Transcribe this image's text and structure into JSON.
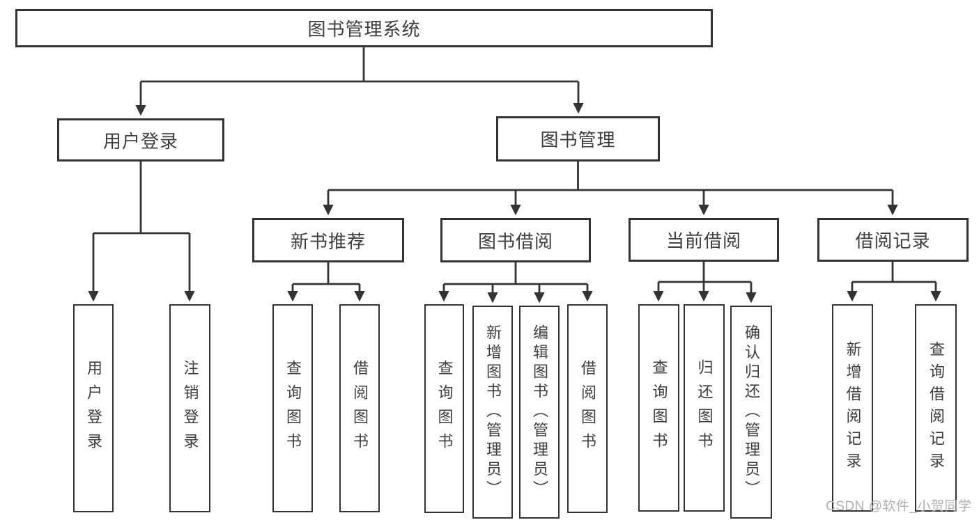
{
  "diagram_type": "tree-hierarchy",
  "colors": {
    "line": "#333333",
    "box_border": "#333333",
    "text": "#3d3d3d",
    "watermark": "#b0b0b0",
    "background": "#ffffff"
  },
  "watermark": {
    "text": "CSDN @软件_小贺同学"
  },
  "nodes": {
    "root": {
      "label": "图书管理系统"
    },
    "user_login": {
      "label": "用户登录"
    },
    "book_management": {
      "label": "图书管理"
    },
    "new_book_recommend": {
      "label": "新书推荐"
    },
    "book_borrowing": {
      "label": "图书借阅"
    },
    "current_borrowing": {
      "label": "当前借阅"
    },
    "borrowing_records": {
      "label": "借阅记录"
    },
    "leaf_user_login": {
      "label": "用户登录"
    },
    "leaf_logout": {
      "label": "注销登录"
    },
    "leaf_query_books_recommend": {
      "label": "查询图书"
    },
    "leaf_borrow_books_recommend": {
      "label": "借阅图书"
    },
    "leaf_query_books_borrowing": {
      "label": "查询图书"
    },
    "leaf_add_books_admin": {
      "label": "新增图书（管理员）"
    },
    "leaf_edit_books_admin": {
      "label": "编辑图书（管理员）"
    },
    "leaf_borrow_books_borrowing": {
      "label": "借阅图书"
    },
    "leaf_query_books_current": {
      "label": "查询图书"
    },
    "leaf_return_books": {
      "label": "归还图书"
    },
    "leaf_confirm_return_admin": {
      "label": "确认归还（管理员）"
    },
    "leaf_add_borrow_record": {
      "label": "新增借阅记录"
    },
    "leaf_query_borrow_record": {
      "label": "查询借阅记录"
    }
  },
  "edges": [
    [
      "root",
      "user_login"
    ],
    [
      "root",
      "book_management"
    ],
    [
      "user_login",
      "leaf_user_login"
    ],
    [
      "user_login",
      "leaf_logout"
    ],
    [
      "book_management",
      "new_book_recommend"
    ],
    [
      "book_management",
      "book_borrowing"
    ],
    [
      "book_management",
      "current_borrowing"
    ],
    [
      "book_management",
      "borrowing_records"
    ],
    [
      "new_book_recommend",
      "leaf_query_books_recommend"
    ],
    [
      "new_book_recommend",
      "leaf_borrow_books_recommend"
    ],
    [
      "book_borrowing",
      "leaf_query_books_borrowing"
    ],
    [
      "book_borrowing",
      "leaf_add_books_admin"
    ],
    [
      "book_borrowing",
      "leaf_edit_books_admin"
    ],
    [
      "book_borrowing",
      "leaf_borrow_books_borrowing"
    ],
    [
      "current_borrowing",
      "leaf_query_books_current"
    ],
    [
      "current_borrowing",
      "leaf_return_books"
    ],
    [
      "current_borrowing",
      "leaf_confirm_return_admin"
    ],
    [
      "borrowing_records",
      "leaf_add_borrow_record"
    ],
    [
      "borrowing_records",
      "leaf_query_borrow_record"
    ]
  ]
}
